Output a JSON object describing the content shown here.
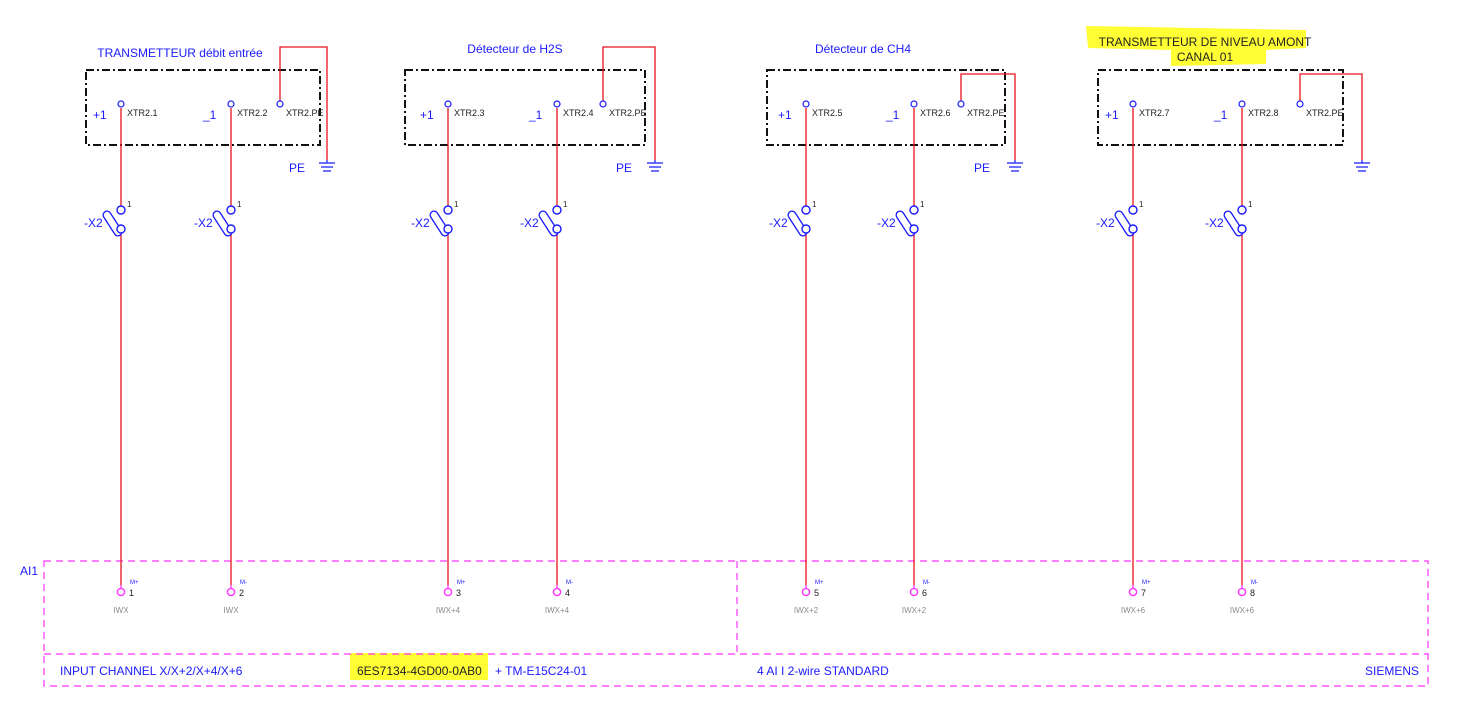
{
  "colors": {
    "wire": "#e8141e",
    "text": "#1a1aff",
    "module": "#ff33ff",
    "highlight": "#ffff33",
    "box": "#111111",
    "gray": "#8a8a8a"
  },
  "devices": [
    {
      "title": [
        "TRANSMETTEUR débit entrée"
      ],
      "highlighted": false,
      "plus_label": "+1",
      "minus_label": "_1",
      "terminals": [
        "XTR2.1",
        "XTR2.2"
      ],
      "pe_terminal": "XTR2.PE",
      "pe_label": "PE"
    },
    {
      "title": [
        "Détecteur de H2S"
      ],
      "highlighted": false,
      "plus_label": "+1",
      "minus_label": "_1",
      "terminals": [
        "XTR2.3",
        "XTR2.4"
      ],
      "pe_terminal": "XTR2.PE",
      "pe_label": "PE"
    },
    {
      "title": [
        "Détecteur de CH4"
      ],
      "highlighted": false,
      "plus_label": "+1",
      "minus_label": "_1",
      "terminals": [
        "XTR2.5",
        "XTR2.6"
      ],
      "pe_terminal": "XTR2.PE",
      "pe_label": "PE"
    },
    {
      "title": [
        "TRANSMETTEUR DE NIVEAU AMONT",
        "CANAL 01"
      ],
      "highlighted": true,
      "plus_label": "+1",
      "minus_label": "_1",
      "terminals": [
        "XTR2.7",
        "XTR2.8"
      ],
      "pe_terminal": "XTR2.PE",
      "pe_label": ""
    }
  ],
  "terminal_strip": {
    "label": "-X2",
    "pin": "1"
  },
  "module": {
    "tag": "AI1",
    "channels": [
      {
        "pin": "1",
        "pol": "M+",
        "addr": "IWX"
      },
      {
        "pin": "2",
        "pol": "M-",
        "addr": "IWX"
      },
      {
        "pin": "3",
        "pol": "M+",
        "addr": "IWX+4"
      },
      {
        "pin": "4",
        "pol": "M-",
        "addr": "IWX+4"
      },
      {
        "pin": "5",
        "pol": "M+",
        "addr": "IWX+2"
      },
      {
        "pin": "6",
        "pol": "M-",
        "addr": "IWX+2"
      },
      {
        "pin": "7",
        "pol": "M+",
        "addr": "IWX+6"
      },
      {
        "pin": "8",
        "pol": "M-",
        "addr": "IWX+6"
      }
    ],
    "footer": {
      "channels": "INPUT CHANNEL X/X+2/X+4/X+6",
      "part_number": "6ES7134-4GD00-0AB0",
      "base": "+ TM-E15C24-01",
      "description": "4 AI I 2-wire STANDARD",
      "vendor": "SIEMENS"
    }
  }
}
